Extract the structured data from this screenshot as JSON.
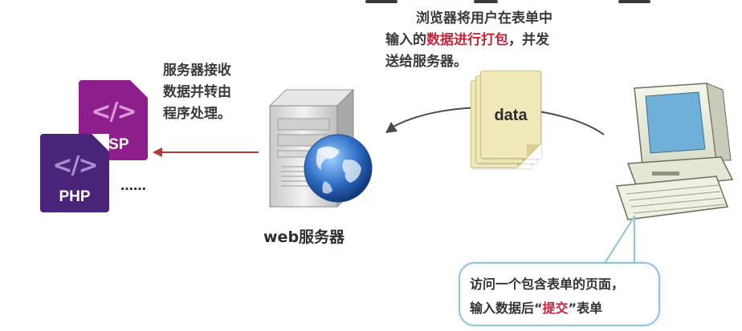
{
  "browser_note": {
    "line1": "浏览器将用户在表单中",
    "line2_prefix": "输入的",
    "line2_highlight": "数据进行打包",
    "line2_suffix": "，并发",
    "line3": "送给服务器。"
  },
  "server_note": {
    "line1": "服务器接收",
    "line2": "数据并转由",
    "line3": "程序处理。"
  },
  "files": {
    "asp_label": "ASP",
    "php_label": "PHP",
    "glyph": "</>",
    "ellipsis": "……"
  },
  "data_doc_label": "data",
  "server_caption": "web服务器",
  "bubble": {
    "line1": "访问一个包含表单的页面，",
    "line2_prefix": "输入数据后“",
    "line2_highlight": "提交",
    "line2_suffix": "”表单"
  },
  "colors": {
    "highlight": "#c8243a",
    "asp_file": "#8e1e8c",
    "php_file": "#4a2478",
    "red_arrow": "#b23a3a",
    "bubble_border": "#8ec3de"
  }
}
